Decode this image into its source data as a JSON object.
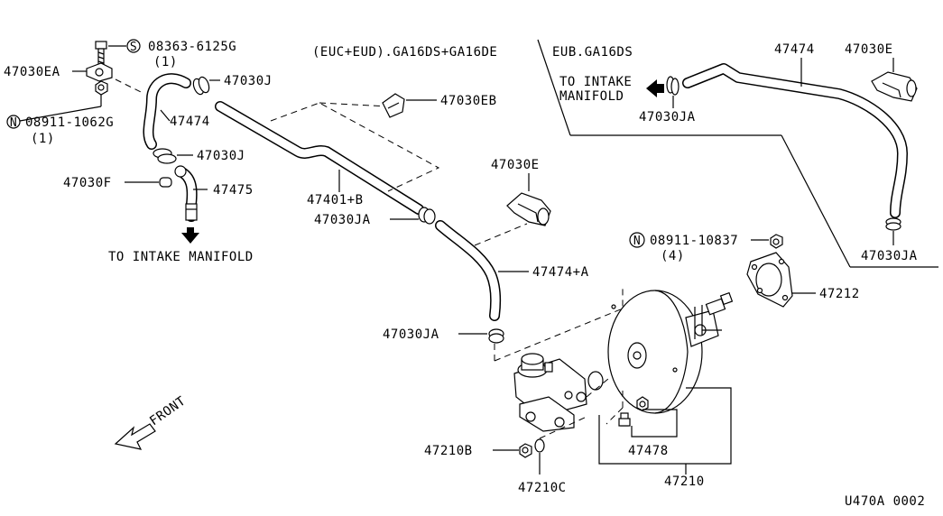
{
  "diagram": {
    "code": "U470A 0002",
    "variants": {
      "left": "(EUC+EUD).GA16DS+GA16DE",
      "right": "EUB.GA16DS"
    },
    "directions": {
      "intake_left": "TO INTAKE MANIFOLD",
      "intake_right_line1": "TO INTAKE",
      "intake_right_line2": "MANIFOLD",
      "front": "FRONT"
    },
    "callouts": {
      "s_symbol": "S",
      "n_symbol": "N",
      "bolt_s": "08363-6125G",
      "bolt_s_qty": "(1)",
      "clip_ea": "47030EA",
      "nut_n1": "08911-1062G",
      "nut_n1_qty": "(1)",
      "hose_47474_left": "47474",
      "clamp_j_top": "47030J",
      "clamp_j_bottom": "47030J",
      "fitting_f": "47030F",
      "pipe_47475": "47475",
      "clip_eb": "47030EB",
      "pipe_47401b": "47401+B",
      "clamp_ja_mid": "47030JA",
      "clip_e_mid": "47030E",
      "hose_47474a": "47474+A",
      "clamp_ja_low": "47030JA",
      "nut_n2": "08911-10837",
      "nut_n2_qty": "(4)",
      "gasket": "47212",
      "nut_210b": "47210B",
      "washer_210c": "47210C",
      "booster_assy": "47210",
      "bolt_478": "47478",
      "hose_47474_right": "47474",
      "clip_e_right": "47030E",
      "clamp_ja_right_top": "47030JA",
      "clamp_ja_right_bottom": "47030JA"
    }
  }
}
